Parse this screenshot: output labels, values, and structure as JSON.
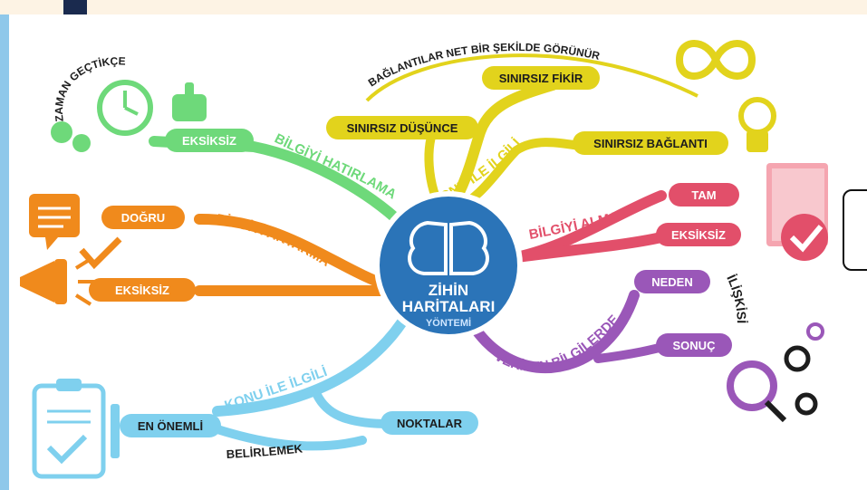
{
  "center": {
    "title_line1": "ZİHİN",
    "title_line2": "HARİTALARI",
    "subtitle": "YÖNTEMİ"
  },
  "branches": {
    "recall": {
      "curve_label": "BİLGİYİ HATIRLAMA",
      "pill": "EKSİKSİZ",
      "clock_caption": "ZAMAN GEÇTİKÇE",
      "color": "#6ed97a"
    },
    "transfer": {
      "curve_label": "BİLGİYİ AKTARMA",
      "pill_top": "DOĞRU",
      "pill_bottom": "EKSİKSİZ",
      "color": "#f08a1c"
    },
    "topic_yellow": {
      "curve_label": "KONU İLE İLGİLİ",
      "arc_label": "BAĞLANTILAR NET BİR ŞEKİLDE GÖRÜNÜR",
      "pills": [
        "SINIRSIZ DÜŞÜNCE",
        "SINIRSIZ FİKİR",
        "SINIRSIZ BAĞLANTI"
      ],
      "color": "#e2d31c"
    },
    "receive": {
      "curve_label": "BİLGİYİ ALMA",
      "pill_top": "TAM",
      "pill_bottom": "EKSİKSİZ",
      "color": "#e24f6a"
    },
    "relation": {
      "curve_label": "VERİLEN BİLGİLERDE",
      "side_label": "İLİŞKİSİ",
      "pill_top": "NEDEN",
      "pill_bottom": "SONUÇ",
      "color": "#9a57b8"
    },
    "topic_blue": {
      "curve_label": "KONU İLE İLGİLİ",
      "bottom_label": "BELİRLEMEK",
      "pill_left": "EN ÖNEMLİ",
      "pill_right": "NOKTALAR",
      "color": "#7fd0ee"
    }
  },
  "colors": {
    "center_fill": "#2b74b8",
    "center_ring": "#ffffff",
    "text_dark": "#1d1d1d"
  }
}
